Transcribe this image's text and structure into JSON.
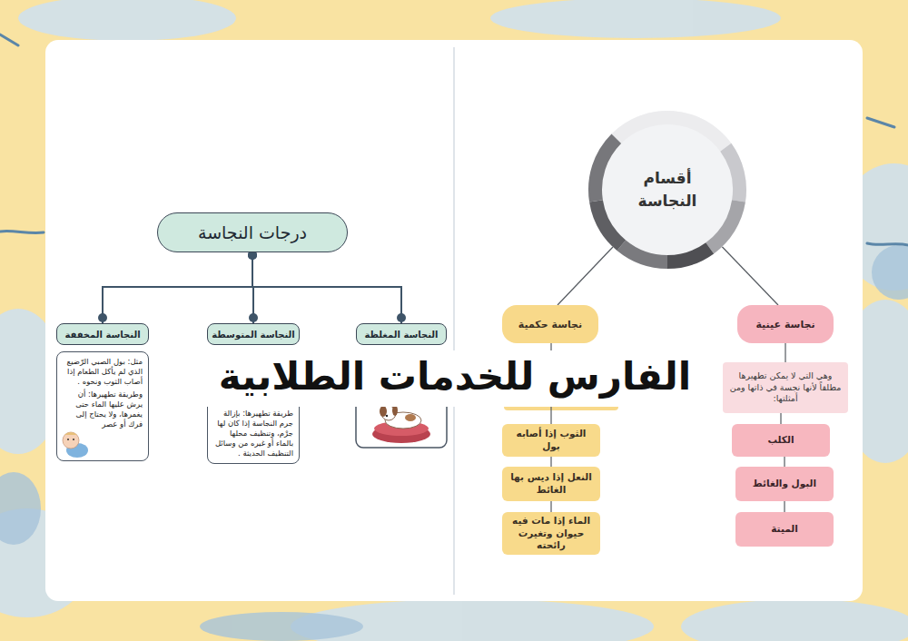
{
  "diagram": {
    "nodes": [
      {
        "text": [
          "أقسام النجاسة"
        ]
      },
      {
        "text": [
          "نجاسة حكمية"
        ]
      },
      {
        "text": [
          "نجاسة عينية"
        ]
      },
      {
        "text": [
          "وهي التي لا يمكن تطهيرها مطلقاً لأنها نجسة في ذاتها ومن أمثلتها:"
        ]
      },
      {
        "text": [
          "الكلب"
        ]
      },
      {
        "text": [
          "البول والغائط"
        ]
      },
      {
        "text": [
          "الميتة"
        ]
      },
      {
        "text": [
          "الثوب إذا أصابه بول"
        ]
      },
      {
        "text": [
          "النعل إذا ديس بها الغائط"
        ]
      },
      {
        "text": [
          "الماء إذا مات فيه حيوان وتغيرت رائحته"
        ]
      },
      {
        "text": [
          "درجات النجاسة"
        ]
      },
      {
        "text": [
          "النجاسة المغلظة"
        ]
      },
      {
        "text": [
          "النجاسة المتوسطة"
        ]
      },
      {
        "text": [
          "النجاسة المخففة"
        ]
      },
      {
        "text": [
          "طريقة تطهيرها: بإزالة جرم النجاسة إذا كان لها جرْم، وتنظيف محلها بالماء أو غيره من وسائل التنظيف الحديثة ."
        ]
      },
      {
        "text": [
          "مثل: بول الصبي الرّضيع الذي لم يأكل الطعام إذا أصاب الثوب ونحوه .",
          "وطريقة تطهيرها: أن يرش عليها الماء حتى يغمرها، ولا يحتاج إلى فرك أو عصر"
        ]
      }
    ],
    "edges": [
      {
        "from": 0,
        "to": 1,
        "arrow": "none"
      },
      {
        "from": 0,
        "to": 2,
        "arrow": "none"
      },
      {
        "from": 2,
        "to": 3,
        "arrow": "none"
      },
      {
        "from": 3,
        "to": 4,
        "arrow": "none"
      },
      {
        "from": 4,
        "to": 5,
        "arrow": "none"
      },
      {
        "from": 5,
        "to": 6,
        "arrow": "none"
      },
      {
        "from": 1,
        "to": 7,
        "arrow": "none"
      },
      {
        "from": 7,
        "to": 8,
        "arrow": "none"
      },
      {
        "from": 8,
        "to": 9,
        "arrow": "none"
      },
      {
        "from": 10,
        "to": 11,
        "arrow": "none"
      },
      {
        "from": 10,
        "to": 12,
        "arrow": "none"
      },
      {
        "from": 10,
        "to": 13,
        "arrow": "none"
      }
    ],
    "labels": [
      "الفارس للخدمات الطلابية"
    ]
  }
}
